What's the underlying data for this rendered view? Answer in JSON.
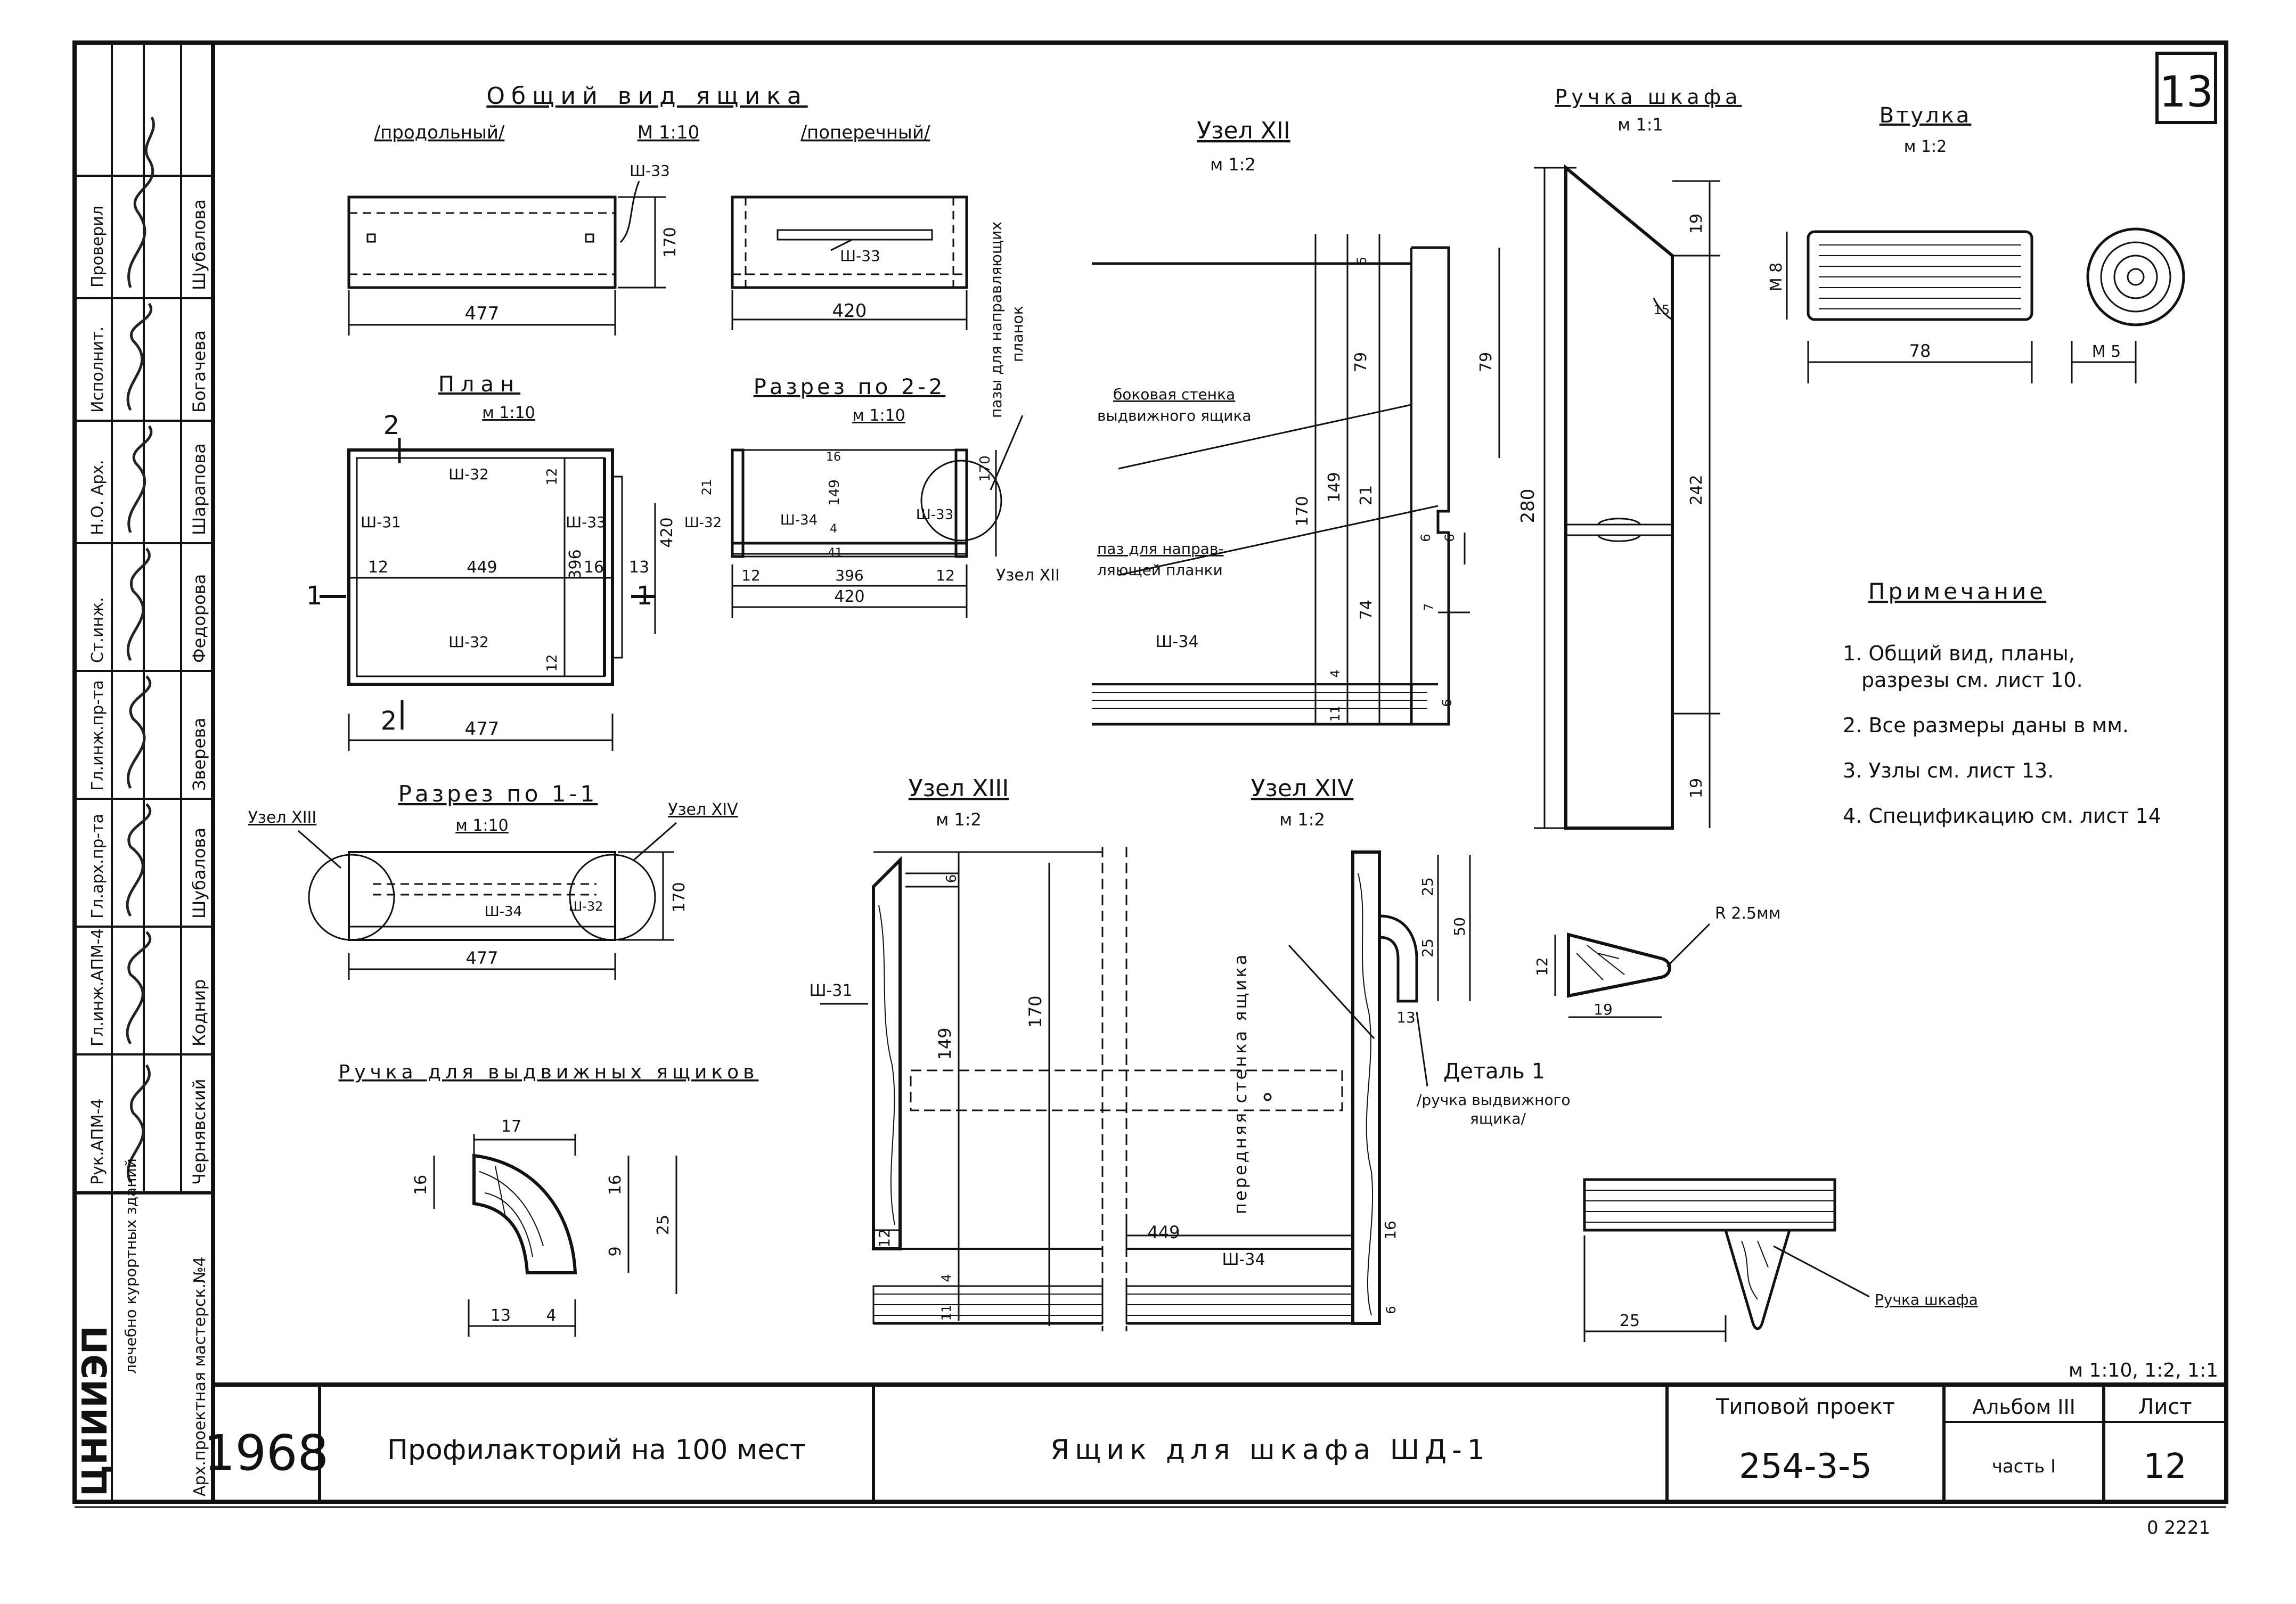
{
  "sheet": {
    "number_top": "13",
    "scale_note": "м 1:10, 1:2, 1:1",
    "archive_number": "0 2221"
  },
  "views": {
    "general": {
      "title": "Общий вид ящика",
      "longitudinal": "/продольный/",
      "scale": "М 1:10",
      "transverse": "/поперечный/",
      "dim_long_width": "477",
      "dim_long_height": "170",
      "dim_trans_width": "420",
      "callout_a": "Ш-33",
      "callout_b": "Ш-33"
    },
    "plan": {
      "title": "План",
      "scale": "м 1:10",
      "section_mark_1": "1",
      "section_mark_2": "2",
      "c1": "Ш-32",
      "c2": "Ш-31",
      "c3": "Ш-33",
      "c4": "Ш-32",
      "d_left": "12",
      "d_mid": "449",
      "d_right": "16",
      "d_right2": "13",
      "d_inner_h": "396",
      "d_outer_h": "420",
      "d_t1": "12",
      "d_t2": "12",
      "d_total": "477"
    },
    "section22": {
      "title": "Разрез по 2-2",
      "scale": "м 1:10",
      "c1": "Ш-32",
      "c2": "Ш-34",
      "c3": "Ш-33",
      "d1": "12",
      "d2": "396",
      "d3": "12",
      "d_total": "420",
      "d_h": "149",
      "d_hh": "170",
      "d_small": "21",
      "d_top": "16",
      "d_b1": "4",
      "d_b2": "41",
      "node_label": "Узел XII",
      "grooves_label_1": "пазы для направляющих",
      "grooves_label_2": "планок"
    },
    "section11": {
      "title": "Разрез по 1-1",
      "scale": "м 1:10",
      "node_left": "Узел XIII",
      "node_right": "Узел XIV",
      "c1": "Ш-34",
      "c2": "Ш-32",
      "d_total": "477",
      "d_h": "170"
    },
    "drawer_handle": {
      "title": "Ручка для выдвижных ящиков",
      "d_top": "17",
      "d_left": "16",
      "d_right": "16",
      "d_right_b": "9",
      "d_total": "25",
      "d_b1": "13",
      "d_b2": "4"
    },
    "node12": {
      "title": "Узел XII",
      "scale": "м 1:2",
      "label_side_1": "боковая стенка",
      "label_side_2": "выдвижного ящика",
      "label_groove_1": "паз для направ-",
      "label_groove_2": "ляющей планки",
      "c1": "Ш-34",
      "d_top": "6",
      "d_79a": "79",
      "d_79b": "79",
      "d_170": "170",
      "d_149": "149",
      "d_21": "21",
      "d_74": "74",
      "d_6a": "6",
      "d_6b": "6",
      "d_4": "4",
      "d_11": "11",
      "d_6c": "6",
      "d_7": "7"
    },
    "node13": {
      "title": "Узел XIII",
      "scale": "м 1:2",
      "c1": "Ш-31",
      "d_6": "6",
      "d_149": "149",
      "d_170": "170",
      "d_12": "12",
      "d_4": "4",
      "d_11": "11"
    },
    "node14": {
      "title": "Узел XIV",
      "scale": "м 1:2",
      "front_label": "передняя стенка ящика",
      "c1": "Ш-34",
      "d_449": "449",
      "d_25": "25",
      "d_50": "50",
      "d_25b": "25",
      "d_13": "13",
      "d_16": "16",
      "d_6": "6",
      "detail_label": "Деталь 1",
      "detail_sub_1": "/ручка выдвижного",
      "detail_sub_2": "ящика/"
    },
    "cabinet_handle": {
      "title": "Ручка шкафа",
      "scale": "м 1:1",
      "d_280": "280",
      "d_19a": "19",
      "d_242": "242",
      "d_19b": "19",
      "d_15": "15",
      "d_12": "12",
      "d_19c": "19",
      "radius": "R 2.5мм",
      "label_bottom": "Ручка шкафа",
      "d_25": "25"
    },
    "screw": {
      "title": "Втулка",
      "scale": "м 1:2",
      "d_m8": "М 8",
      "d_78": "78",
      "d_m5": "М 5"
    },
    "notes": {
      "title": "Примечание",
      "items": [
        "1. Общий вид, планы,",
        "разрезы см. лист 10.",
        "2. Все размеры даны в мм.",
        "3. Узлы см. лист 13.",
        "4. Спецификацию см. лист 14"
      ]
    }
  },
  "stamp": {
    "org_logo": "ЦНИИЭП",
    "org_text": "лечебно курортных зданий",
    "workshop": "Арх.проектная мастерск.№4",
    "roles": [
      {
        "role": "Проверил",
        "name": "Шубалова"
      },
      {
        "role": "Исполнит.",
        "name": "Богачева"
      },
      {
        "role": "Н.О. Арх.",
        "name": "Шарапова"
      },
      {
        "role": "Ст.инж.",
        "name": "Федорова"
      },
      {
        "role": "Гл.инж.пр-та",
        "name": "Зверева"
      },
      {
        "role": "Гл.арх.пр-та",
        "name": "Шубалова"
      },
      {
        "role": "Гл.инж.АПМ-4",
        "name": "Коднир"
      },
      {
        "role": "Рук.АПМ-4",
        "name": "Чернявский"
      }
    ],
    "year": "1968",
    "project": "Профилакторий на 100 мест",
    "subject": "Ящик для шкафа ШД-1",
    "typical_label": "Типовой проект",
    "typical_number": "254-3-5",
    "album_label": "Альбом III",
    "album_part": "часть I",
    "sheet_label": "Лист",
    "sheet_number": "12"
  }
}
